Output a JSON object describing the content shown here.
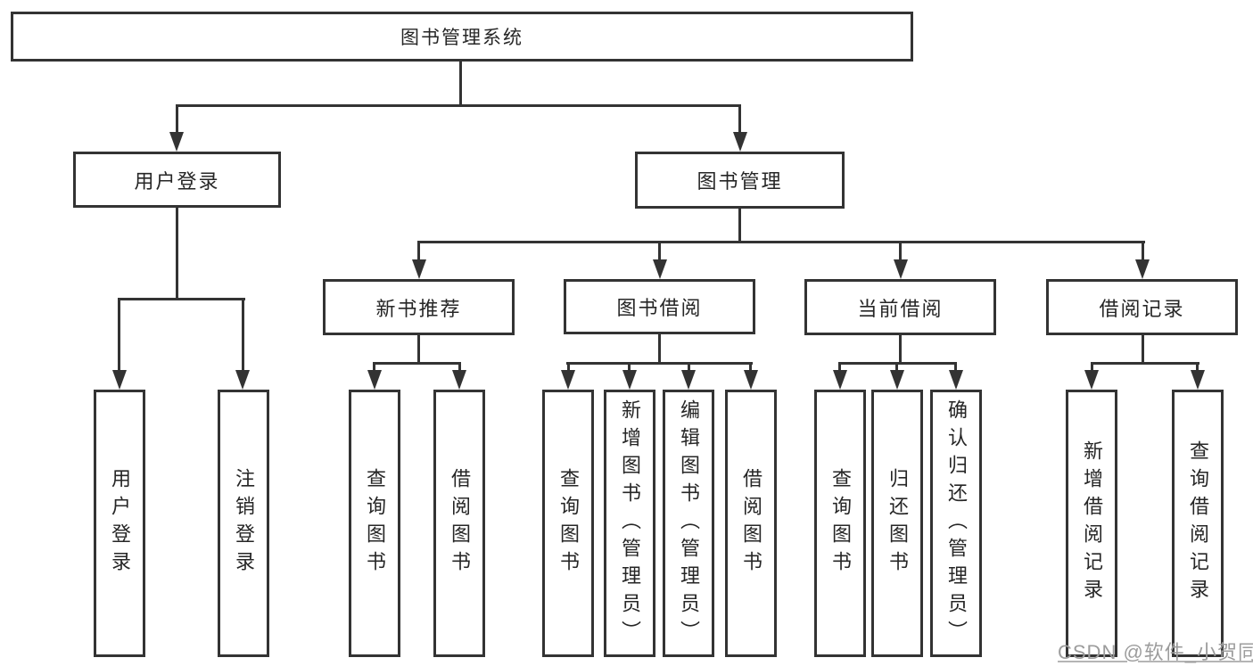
{
  "diagram": {
    "title": "图书管理系统",
    "root": "图书管理系统",
    "level2": {
      "user_login": "用户登录",
      "book_management": "图书管理"
    },
    "level3": [
      "新书推荐",
      "图书借阅",
      "当前借阅",
      "借阅记录"
    ],
    "leaves_user_login": [
      "用户登录",
      "注销登录"
    ],
    "leaves_new_book": [
      "查询图书",
      "借阅图书"
    ],
    "leaves_book_borrow": [
      "查询图书",
      "新增图书（管理员）",
      "编辑图书（管理员）",
      "借阅图书"
    ],
    "leaves_current_borrow": [
      "查询图书",
      "归还图书",
      "确认归还（管理员）"
    ],
    "leaves_records": [
      "新增借阅记录",
      "查询借阅记录"
    ]
  },
  "watermark": "CSDN @软件_小贺同学",
  "colors": {
    "line": "#333333",
    "text": "#262626",
    "watermark": "#9c9c9c",
    "background": "#ffffff"
  }
}
